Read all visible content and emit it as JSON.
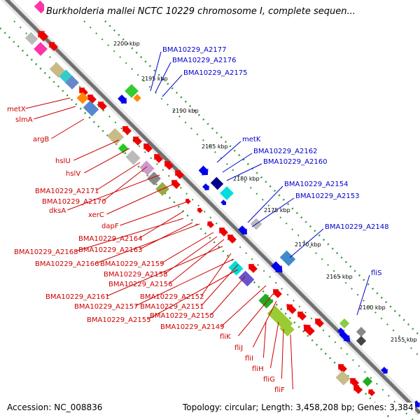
{
  "title": "Burkholderia mallei NCTC 10229 chromosome I, complete sequen...",
  "footer": {
    "accession": "Accession: NC_008836",
    "summary": "Topology: circular; Length: 3,458,208 bp; Genes: 3,384"
  },
  "colors": {
    "forward_label": "#0000cc",
    "reverse_label": "#cc0000",
    "backbone": "#808080",
    "tick_dots": "#339933"
  },
  "tick_labels": [
    "2200 kbp",
    "2195 kbp",
    "2190 kbp",
    "2185 kbp",
    "2180 kbp",
    "2175 kbp",
    "2170 kbp",
    "2165 kbp",
    "2160 kbp",
    "2155 kbp"
  ],
  "forward_labels": [
    "BMA10229_A2177",
    "BMA10229_A2176",
    "BMA10229_A2175",
    "metK",
    "BMA10229_A2162",
    "BMA10229_A2160",
    "BMA10229_A2154",
    "BMA10229_A2153",
    "BMA10229_A2148",
    "fliS"
  ],
  "reverse_labels": [
    "metX",
    "slmA",
    "argB",
    "hslU",
    "hslV",
    "BMA10229_A2171",
    "BMA10229_A2170",
    "dksA",
    "xerC",
    "dapF",
    "BMA10229_A2164",
    "BMA10229_A2168",
    "BMA10229_A2163",
    "BMA10229_A2166",
    "BMA10229_A2159",
    "BMA10229_A2158",
    "BMA10229_A2156",
    "BMA10229_A2161",
    "BMA10229_A2152",
    "BMA10229_A2157",
    "BMA10229_A2151",
    "BMA10229_A2155",
    "BMA10229_A2150",
    "BMA10229_A2149",
    "fliK",
    "fliJ",
    "fliI",
    "fliH",
    "fliG",
    "fliF"
  ]
}
